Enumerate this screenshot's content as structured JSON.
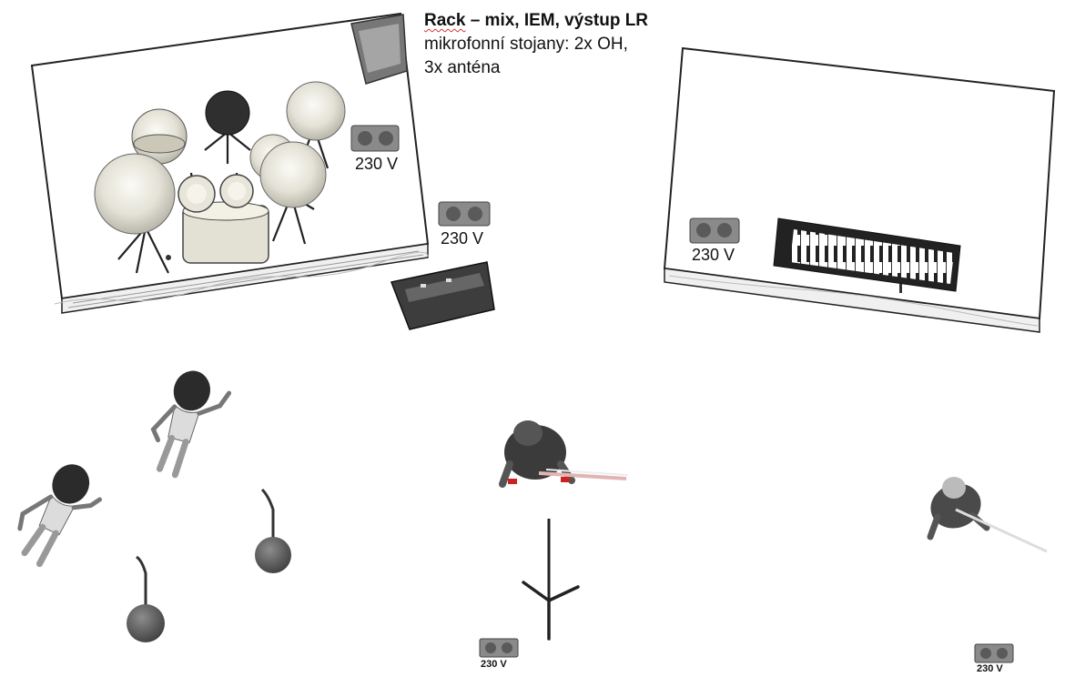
{
  "notes": {
    "rack": "Rack",
    "dash": " – mix, IEM, výstup LR",
    "line2": "mikrofonní stojany:   2x OH,",
    "line3": "3x anténa"
  },
  "power_labels": [
    "230 V",
    "230 V",
    "230 V",
    "230 V",
    "230 V"
  ],
  "colors": {
    "riser_edge": "#222",
    "outlet": "#8a8a8a",
    "person": "#2e2e2e",
    "skin": "#ddd",
    "stand": "#555"
  }
}
